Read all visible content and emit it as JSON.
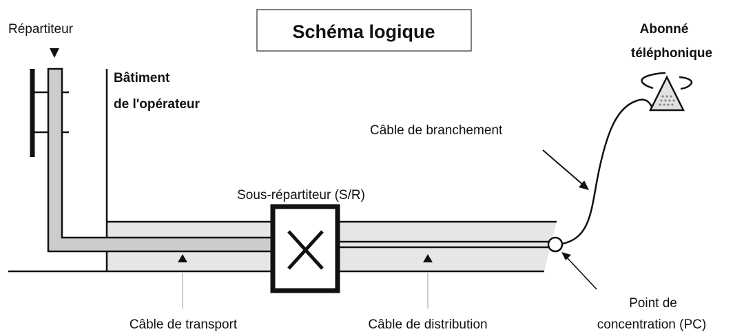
{
  "title": "Schéma logique",
  "labels": {
    "repartiteur": "Répartiteur",
    "batiment_line1": "Bâtiment",
    "batiment_line2": "de l'opérateur",
    "abonne_line1": "Abonné",
    "abonne_line2": "téléphonique",
    "cable_branchement": "Câble de branchement",
    "sous_repartiteur": "Sous-répartiteur (S/R)",
    "cable_transport": "Câble de transport",
    "cable_distribution": "Câble de distribution",
    "pc_line1": "Point de",
    "pc_line2": "concentration (PC)"
  },
  "colors": {
    "cable_fill": "#e6e6e6",
    "trunk_fill": "#cccccc",
    "line": "#111111",
    "phone_fill": "#e2e2e2"
  }
}
